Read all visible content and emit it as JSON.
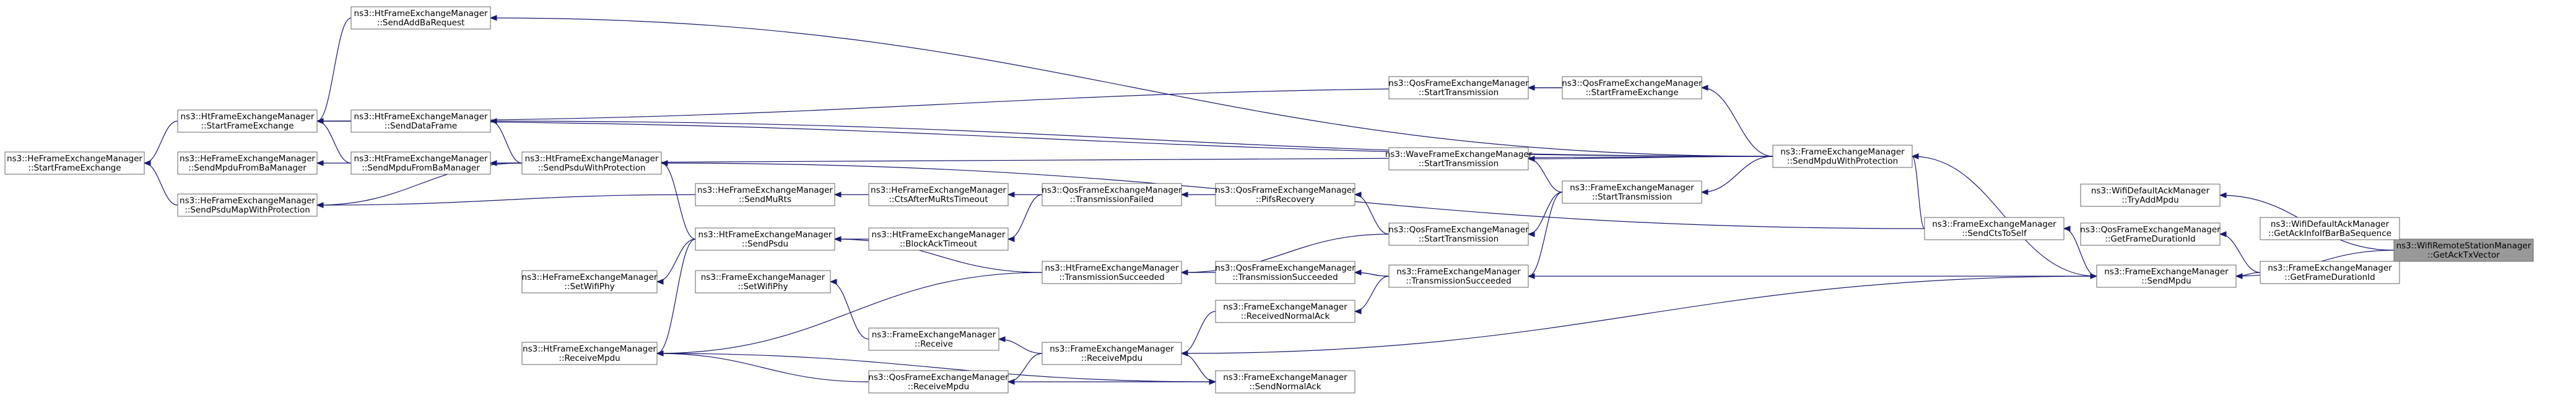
{
  "root": {
    "id": "getAckTxVector",
    "line1": "ns3::WifiRemoteStationManager",
    "line2": "::GetAckTxVector"
  },
  "nodes": [
    {
      "id": "heStartFrameExchange",
      "line1": "ns3::HeFrameExchangeManager",
      "line2": "::StartFrameExchange"
    },
    {
      "id": "htStartFrameExchange",
      "line1": "ns3::HtFrameExchangeManager",
      "line2": "::StartFrameExchange"
    },
    {
      "id": "heSendMpduFromBaManager",
      "line1": "ns3::HeFrameExchangeManager",
      "line2": "::SendMpduFromBaManager"
    },
    {
      "id": "heSendPsduMapWithProtection",
      "line1": "ns3::HeFrameExchangeManager",
      "line2": "::SendPsduMapWithProtection"
    },
    {
      "id": "htSendAddBaRequest",
      "line1": "ns3::HtFrameExchangeManager",
      "line2": "::SendAddBaRequest"
    },
    {
      "id": "htSendDataFrame",
      "line1": "ns3::HtFrameExchangeManager",
      "line2": "::SendDataFrame"
    },
    {
      "id": "htSendMpduFromBaManager",
      "line1": "ns3::HtFrameExchangeManager",
      "line2": "::SendMpduFromBaManager"
    },
    {
      "id": "heSetWifiPhy",
      "line1": "ns3::HeFrameExchangeManager",
      "line2": "::SetWifiPhy"
    },
    {
      "id": "htReceiveMpdu",
      "line1": "ns3::HtFrameExchangeManager",
      "line2": "::ReceiveMpdu"
    },
    {
      "id": "htSendPsduWithProtection",
      "line1": "ns3::HtFrameExchangeManager",
      "line2": "::SendPsduWithProtection"
    },
    {
      "id": "heSendMuRts",
      "line1": "ns3::HeFrameExchangeManager",
      "line2": "::SendMuRts"
    },
    {
      "id": "htSendPsdu",
      "line1": "ns3::HtFrameExchangeManager",
      "line2": "::SendPsdu"
    },
    {
      "id": "feSetWifiPhy",
      "line1": "ns3::FrameExchangeManager",
      "line2": "::SetWifiPhy"
    },
    {
      "id": "heCtsAfterMuRtsTimeout",
      "line1": "ns3::HeFrameExchangeManager",
      "line2": "::CtsAfterMuRtsTimeout"
    },
    {
      "id": "htBlockAckTimeout",
      "line1": "ns3::HtFrameExchangeManager",
      "line2": "::BlockAckTimeout"
    },
    {
      "id": "feReceive",
      "line1": "ns3::FrameExchangeManager",
      "line2": "::Receive"
    },
    {
      "id": "qosReceiveMpdu",
      "line1": "ns3::QosFrameExchangeManager",
      "line2": "::ReceiveMpdu"
    },
    {
      "id": "qosTransmissionFailed",
      "line1": "ns3::QosFrameExchangeManager",
      "line2": "::TransmissionFailed"
    },
    {
      "id": "htTransmissionSucceeded",
      "line1": "ns3::HtFrameExchangeManager",
      "line2": "::TransmissionSucceeded"
    },
    {
      "id": "feReceiveMpdu",
      "line1": "ns3::FrameExchangeManager",
      "line2": "::ReceiveMpdu"
    },
    {
      "id": "qosPifsRecovery",
      "line1": "ns3::QosFrameExchangeManager",
      "line2": "::PifsRecovery"
    },
    {
      "id": "qosStartTransmission",
      "line1": "ns3::QosFrameExchangeManager",
      "line2": "::StartTransmission"
    },
    {
      "id": "qosTransmissionSucceeded",
      "line1": "ns3::QosFrameExchangeManager",
      "line2": "::TransmissionSucceeded"
    },
    {
      "id": "feReceivedNormalAck",
      "line1": "ns3::FrameExchangeManager",
      "line2": "::ReceivedNormalAck"
    },
    {
      "id": "feSendNormalAck",
      "line1": "ns3::FrameExchangeManager",
      "line2": "::SendNormalAck"
    },
    {
      "id": "qosStartTransmission2",
      "line1": "ns3::QosFrameExchangeManager",
      "line2": "::StartTransmission"
    },
    {
      "id": "waveStartTransmission",
      "line1": "ns3::WaveFrameExchangeManager",
      "line2": "::StartTransmission"
    },
    {
      "id": "qosStartFrameExchange",
      "line1": "ns3::QosFrameExchangeManager",
      "line2": "::StartFrameExchange"
    },
    {
      "id": "feStartTransmission",
      "line1": "ns3::FrameExchangeManager",
      "line2": "::StartTransmission"
    },
    {
      "id": "feTransmissionSucceeded",
      "line1": "ns3::FrameExchangeManager",
      "line2": "::TransmissionSucceeded"
    },
    {
      "id": "feSendMpduWithProtection",
      "line1": "ns3::FrameExchangeManager",
      "line2": "::SendMpduWithProtection"
    },
    {
      "id": "feSendCtsToSelf",
      "line1": "ns3::FrameExchangeManager",
      "line2": "::SendCtsToSelf"
    },
    {
      "id": "feSendMpdu",
      "line1": "ns3::FrameExchangeManager",
      "line2": "::SendMpdu"
    },
    {
      "id": "wdTryAddMpdu",
      "line1": "ns3::WifiDefaultAckManager",
      "line2": "::TryAddMpdu"
    },
    {
      "id": "qosGetFrameDurationId",
      "line1": "ns3::QosFrameExchangeManager",
      "line2": "::GetFrameDurationId"
    },
    {
      "id": "wdGetAckInfoIfBarBaSequence",
      "line1": "ns3::WifiDefaultAckManager",
      "line2": "::GetAckInfoIfBarBaSequence"
    },
    {
      "id": "feGetFrameDurationId",
      "line1": "ns3::FrameExchangeManager",
      "line2": "::GetFrameDurationId"
    }
  ],
  "edges": [
    [
      "wdTryAddMpdu",
      "getAckTxVector"
    ],
    [
      "wdGetAckInfoIfBarBaSequence",
      "getAckTxVector"
    ],
    [
      "feGetFrameDurationId",
      "getAckTxVector"
    ],
    [
      "feSendMpdu",
      "getAckTxVector"
    ],
    [
      "qosGetFrameDurationId",
      "feGetFrameDurationId"
    ],
    [
      "feSendMpdu",
      "feGetFrameDurationId"
    ],
    [
      "feSendMpduWithProtection",
      "feSendMpdu"
    ],
    [
      "feSendCtsToSelf",
      "feSendMpdu"
    ],
    [
      "feReceiveMpdu",
      "feSendMpdu"
    ],
    [
      "feSendMpduWithProtection",
      "feSendCtsToSelf"
    ],
    [
      "htSendPsduWithProtection",
      "feSendCtsToSelf"
    ],
    [
      "feSendMpdu",
      "feTransmissionSucceeded"
    ],
    [
      "qosStartFrameExchange",
      "feSendMpduWithProtection"
    ],
    [
      "feStartTransmission",
      "feSendMpduWithProtection"
    ],
    [
      "htSendAddBaRequest",
      "feSendMpduWithProtection"
    ],
    [
      "htStartFrameExchange",
      "feSendMpduWithProtection"
    ],
    [
      "htSendDataFrame",
      "feSendMpduWithProtection"
    ],
    [
      "htSendMpduFromBaManager",
      "feSendMpduWithProtection"
    ],
    [
      "waveStartTransmission",
      "feSendMpduWithProtection"
    ],
    [
      "qosStartTransmission2",
      "qosStartFrameExchange"
    ],
    [
      "htStartFrameExchange",
      "qosStartFrameExchange"
    ],
    [
      "qosStartTransmission",
      "feStartTransmission"
    ],
    [
      "waveStartTransmission",
      "feStartTransmission"
    ],
    [
      "feTransmissionSucceeded",
      "feStartTransmission"
    ],
    [
      "qosTransmissionSucceeded",
      "feTransmissionSucceeded"
    ],
    [
      "feReceivedNormalAck",
      "feTransmissionSucceeded"
    ],
    [
      "qosPifsRecovery",
      "qosStartTransmission"
    ],
    [
      "htTransmissionSucceeded",
      "qosStartTransmission"
    ],
    [
      "qosTransmissionFailed",
      "qosPifsRecovery"
    ],
    [
      "heCtsAfterMuRtsTimeout",
      "qosTransmissionFailed"
    ],
    [
      "htBlockAckTimeout",
      "qosTransmissionFailed"
    ],
    [
      "heSendMuRts",
      "heCtsAfterMuRtsTimeout"
    ],
    [
      "htSendPsdu",
      "htBlockAckTimeout"
    ],
    [
      "htSendPsdu",
      "htTransmissionSucceeded"
    ],
    [
      "htSendPsduWithProtection",
      "htSendPsdu"
    ],
    [
      "htReceiveMpdu",
      "htSendPsdu"
    ],
    [
      "heSendPsduMapWithProtection",
      "heSendMuRts"
    ],
    [
      "htStartFrameExchange",
      "htSendDataFrame"
    ],
    [
      "htStartFrameExchange",
      "htSendAddBaRequest"
    ],
    [
      "heStartFrameExchange",
      "htStartFrameExchange"
    ],
    [
      "htSendDataFrame",
      "htSendPsduWithProtection"
    ],
    [
      "htSendMpduFromBaManager",
      "htSendPsduWithProtection"
    ],
    [
      "heSendMpduFromBaManager",
      "htSendMpduFromBaManager"
    ],
    [
      "htStartFrameExchange",
      "htSendMpduFromBaManager"
    ],
    [
      "heSendPsduMapWithProtection",
      "htSendPsduWithProtection"
    ],
    [
      "heStartFrameExchange",
      "heSendPsduMapWithProtection"
    ],
    [
      "htTransmissionSucceeded",
      "qosTransmissionSucceeded"
    ],
    [
      "feReceiveMpdu",
      "feReceivedNormalAck"
    ],
    [
      "feReceiveMpdu",
      "feSendNormalAck"
    ],
    [
      "feSendNormalAck",
      "htReceiveMpdu"
    ],
    [
      "qosReceiveMpdu",
      "feReceiveMpdu"
    ],
    [
      "feReceive",
      "feReceiveMpdu"
    ],
    [
      "htReceiveMpdu",
      "qosReceiveMpdu"
    ],
    [
      "feSendNormalAck",
      "qosReceiveMpdu"
    ],
    [
      "feSetWifiPhy",
      "feReceive"
    ],
    [
      "heSetWifiPhy",
      "htSendPsdu"
    ],
    [
      "htReceiveMpdu",
      "htTransmissionSucceeded"
    ],
    [
      "qosTransmissionSucceeded",
      "feTransmissionSucceeded"
    ]
  ]
}
